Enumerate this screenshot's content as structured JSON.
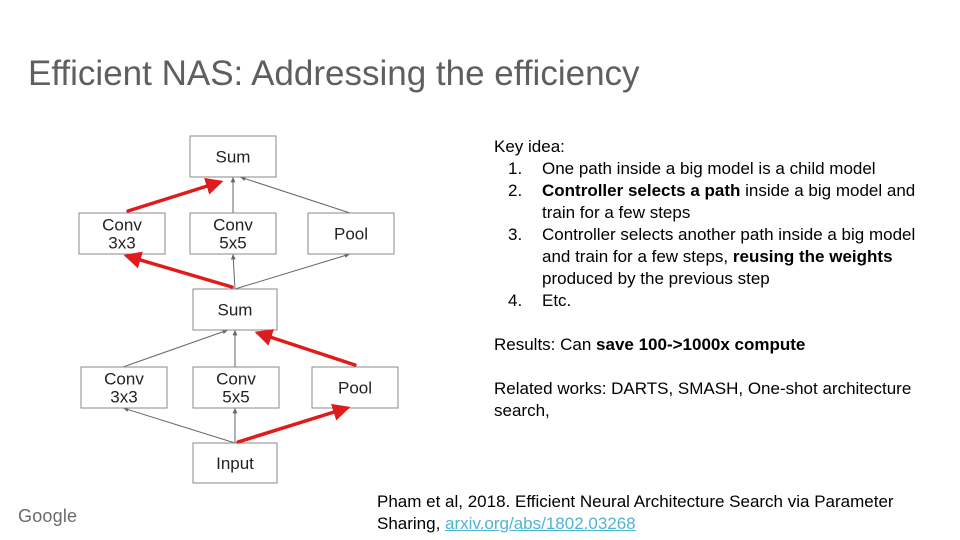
{
  "slide": {
    "title": "Efficient NAS: Addressing the efficiency",
    "logo": "Google"
  },
  "diagram": {
    "nodes": {
      "sum_top": "Sum",
      "conv3_top": "Conv\n3x3",
      "conv5_top": "Conv\n5x5",
      "pool_top": "Pool",
      "sum_mid": "Sum",
      "conv3_bot": "Conv\n3x3",
      "conv5_bot": "Conv\n5x5",
      "pool_bot": "Pool",
      "input": "Input"
    },
    "colors": {
      "highlight_edge": "#e01b1b",
      "normal_edge": "#666666",
      "node_border": "#8a8a8a"
    }
  },
  "content": {
    "key_idea_heading": "Key idea:",
    "items": [
      {
        "num": "1.",
        "parts": [
          {
            "t": "One path inside a big model is a child model",
            "b": false
          }
        ]
      },
      {
        "num": "2.",
        "parts": [
          {
            "t": "Controller selects a path",
            "b": true
          },
          {
            "t": " inside a big model and train for a few steps",
            "b": false
          }
        ]
      },
      {
        "num": "3.",
        "parts": [
          {
            "t": "Controller selects another path inside a big model and train for a few steps, ",
            "b": false
          },
          {
            "t": "reusing the weights",
            "b": true
          },
          {
            "t": " produced by the previous step",
            "b": false
          }
        ]
      },
      {
        "num": "4.",
        "parts": [
          {
            "t": "Etc.",
            "b": false
          }
        ]
      }
    ],
    "results_prefix": "Results: Can ",
    "results_bold": "save 100->1000x compute",
    "related": "Related works: DARTS, SMASH, One-shot architecture search,"
  },
  "citation": {
    "text": "Pham et al, 2018. Efficient Neural Architecture Search via Parameter Sharing, ",
    "link": "arxiv.org/abs/1802.03268"
  }
}
